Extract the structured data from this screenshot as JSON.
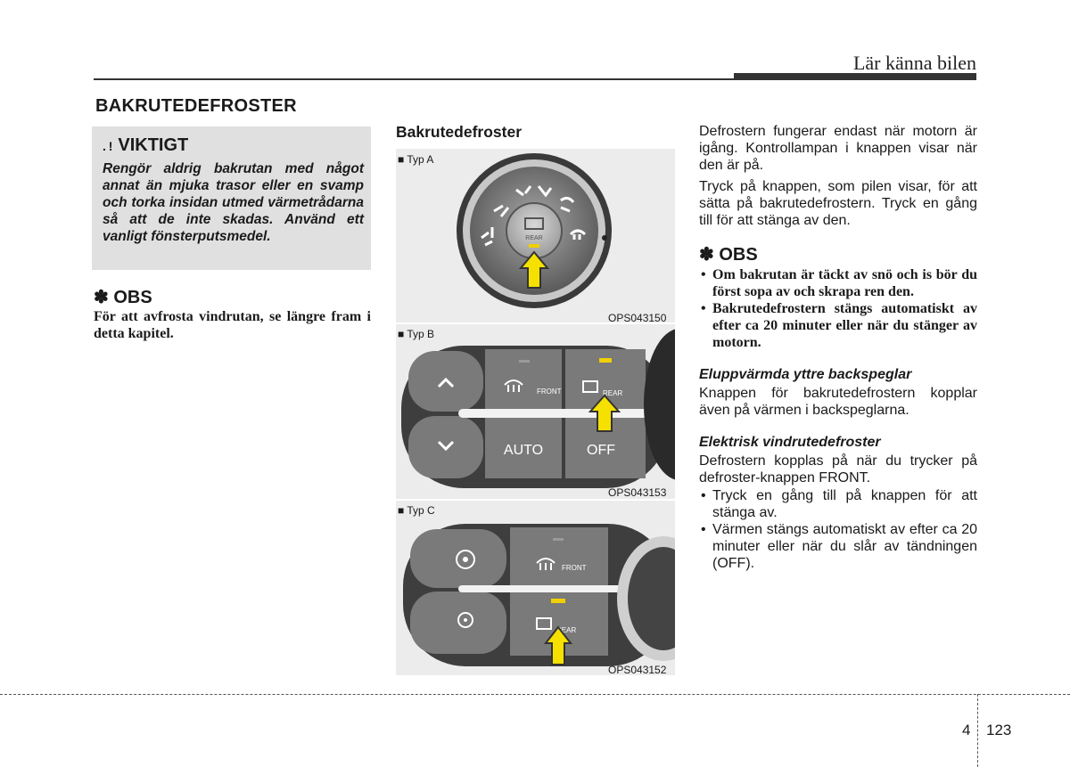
{
  "header": {
    "chapter_title": "Lär känna bilen"
  },
  "section_title": "BAKRUTEDEFROSTER",
  "warning": {
    "icon": "exclamation-icon",
    "title": "VIKTIGT",
    "body": "Rengör aldrig bakrutan med något annat än mjuka trasor eller en svamp och torka insidan utmed värmetrådarna så att de inte skadas. Använd ett vanligt fönsterputsmedel."
  },
  "obs_left": {
    "title": "✽ OBS",
    "body": "För att avfrosta vindrutan, se längre fram i detta kapitel."
  },
  "middle": {
    "title": "Bakrutedefroster",
    "panels": [
      {
        "type_label": "■ Typ A",
        "code": "OPS043150",
        "rear_text": "REAR"
      },
      {
        "type_label": "■ Typ B",
        "code": "OPS043153",
        "front_text": "FRONT",
        "rear_text": "REAR",
        "auto_text": "AUTO",
        "off_text": "OFF"
      },
      {
        "type_label": "■ Typ C",
        "code": "OPS043152",
        "front_text": "FRONT",
        "rear_text": "REAR"
      }
    ]
  },
  "right": {
    "p1": "Defrostern fungerar endast när motorn är igång. Kontrollampan i knappen visar när den är på.",
    "p2": "Tryck på knappen, som pilen visar, för att sätta på bakrutedefrostern. Tryck en gång till för att stänga av den.",
    "obs_title": "✽ OBS",
    "obs_items": [
      "Om bakrutan är täckt av snö och is bör du först sopa av och skrapa ren den.",
      "Bakrutedefrostern stängs automatiskt av efter ca 20 minuter eller när du stänger av motorn."
    ],
    "sub1_title": "Eluppvärmda yttre backspeglar",
    "sub1_body": "Knappen för bakrutedefrostern kopplar även på värmen i backspeglarna.",
    "sub2_title": "Elektrisk vindrutedefroster",
    "sub2_body": "Defrostern kopplas på när du trycker på defroster-knappen FRONT.",
    "sub2_items": [
      "Tryck en gång till på knappen för att stänga av.",
      "Värmen stängs automatiskt av efter ca 20 minuter eller när du slår av tändningen (OFF)."
    ]
  },
  "footer": {
    "chapter": "4",
    "page": "123"
  },
  "colors": {
    "arrow": "#f5e000",
    "indicator": "#f0d000",
    "button": "#6e6e6e",
    "panel": "#ececec"
  }
}
